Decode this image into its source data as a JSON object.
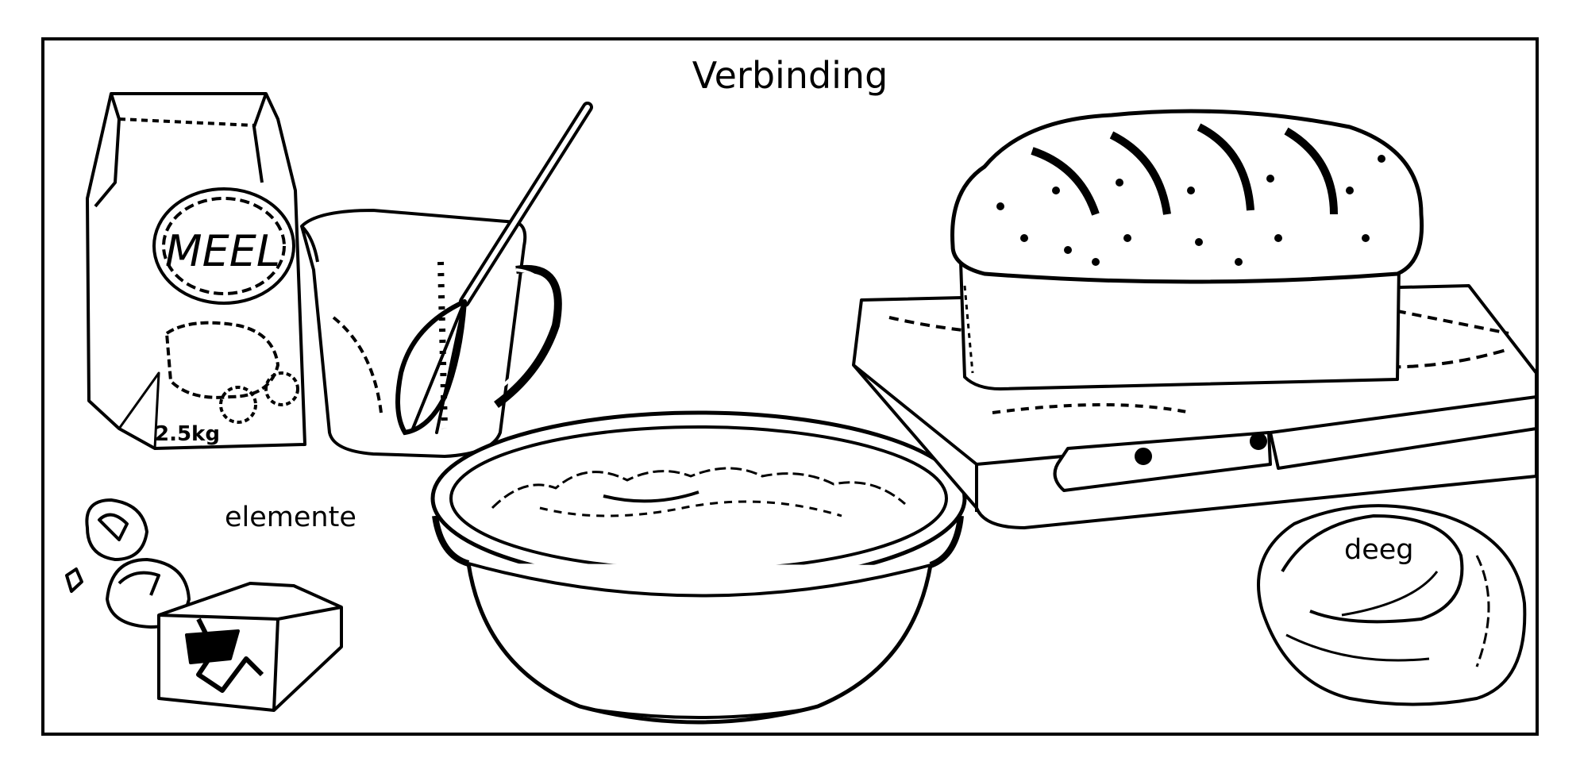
{
  "title": "Verbinding",
  "labels": {
    "ingredients": "elemente",
    "dough": "deeg"
  },
  "flour_bag": {
    "brand": "MEEL",
    "weight": "2.5kg"
  },
  "colors": {
    "ink": "#000000",
    "paper": "#ffffff"
  }
}
